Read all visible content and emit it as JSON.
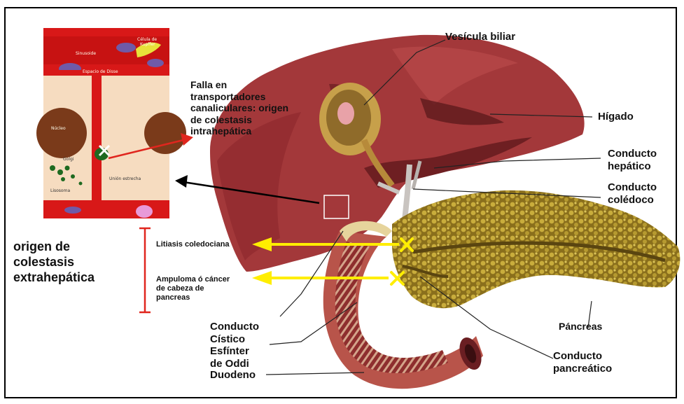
{
  "labels": {
    "vesicula": "Vesícula biliar",
    "higado": "Hígado",
    "hepatico_1": "Conducto",
    "hepatico_2": "hepático",
    "coledoco_1": "Conducto",
    "coledoco_2": "colédoco",
    "pancreas": "Páncreas",
    "pancreatico_1": "Conducto",
    "pancreatico_2": "pancreático",
    "duodeno": "Duodeno",
    "cistico_1": "Conducto",
    "cistico_2": "Cístico",
    "oddi_1": "Esfínter",
    "oddi_2": "de Oddi",
    "litiasis": "Litiasis coledociana",
    "ampuloma_1": "Ampuloma ó cáncer",
    "ampuloma_2": "de cabeza de",
    "ampuloma_3": "pancreas",
    "falla_1": "Falla en",
    "falla_2": "transportadores",
    "falla_3": "canaliculares: origen",
    "falla_4": "de colestasis",
    "falla_5": "intrahepática",
    "extra_1": "origen de",
    "extra_2": "colestasis",
    "extra_3": "extrahepática"
  },
  "inset_labels": {
    "sinusoide": "Sinusoide",
    "kupffer_1": "Célula de",
    "kupffer_2": "Kupffer",
    "disse": "Espacio de Disse",
    "nucleo": "Núcleo",
    "golgi": "Golgi",
    "union": "Unión estrecha",
    "lisosoma": "Lisosoma"
  },
  "colors": {
    "liver": "#a3383a",
    "liver_dark": "#6e1f22",
    "pancreas": "#a58a2a",
    "duodenum": "#b8544a",
    "arrow_yellow": "#ffee00",
    "arrow_red": "#e0261e",
    "bracket_red": "#e0261e",
    "inset_blood": "#d81818",
    "inset_cell": "#f6dcc0"
  }
}
